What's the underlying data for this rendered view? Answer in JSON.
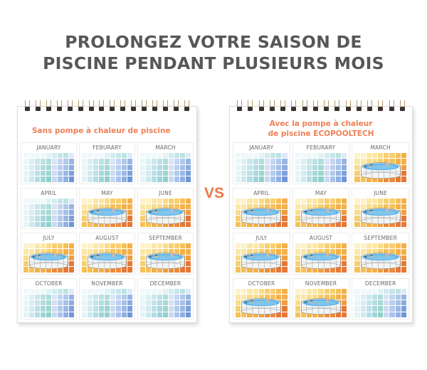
{
  "headline": {
    "line1": "PROLONGEZ VOTRE SAISON DE",
    "line2": "PISCINE PENDANT PLUSIEURS MOIS"
  },
  "vs_label": "VS",
  "colors": {
    "headline": "#575757",
    "accent_orange": "#ee7f55",
    "vs": "#e8784a"
  },
  "calendars": [
    {
      "id": "without",
      "title_lines": [
        "Sans pompe à chaleur de piscine"
      ],
      "months": [
        {
          "name": "JANUARY",
          "state": "cold"
        },
        {
          "name": "FEBURARY",
          "state": "cold"
        },
        {
          "name": "MARCH",
          "state": "cold"
        },
        {
          "name": "APRIL",
          "state": "cold"
        },
        {
          "name": "MAY",
          "state": "warm-pool"
        },
        {
          "name": "JUNE",
          "state": "warm-pool"
        },
        {
          "name": "JULY",
          "state": "warm-pool"
        },
        {
          "name": "AUGUST",
          "state": "warm-pool"
        },
        {
          "name": "SEPTEMBER",
          "state": "warm-pool"
        },
        {
          "name": "OCTOBER",
          "state": "cold"
        },
        {
          "name": "NOVEMBER",
          "state": "cold"
        },
        {
          "name": "DECEMBER",
          "state": "cold"
        }
      ]
    },
    {
      "id": "with",
      "title_lines": [
        "Avec la pompe à chaleur",
        "de piscine ECOPOOLTECH"
      ],
      "months": [
        {
          "name": "JANUARY",
          "state": "cold"
        },
        {
          "name": "FEBURARY",
          "state": "cold"
        },
        {
          "name": "MARCH",
          "state": "warm-pool"
        },
        {
          "name": "APRIL",
          "state": "warm-pool"
        },
        {
          "name": "MAY",
          "state": "warm-pool"
        },
        {
          "name": "JUNE",
          "state": "warm-pool"
        },
        {
          "name": "JULY",
          "state": "warm-pool"
        },
        {
          "name": "AUGUST",
          "state": "warm-pool"
        },
        {
          "name": "SEPTEMBER",
          "state": "warm-pool"
        },
        {
          "name": "OCTOBER",
          "state": "warm-pool"
        },
        {
          "name": "NOVEMBER",
          "state": "warm-pool"
        },
        {
          "name": "DECEMBER",
          "state": "cold"
        }
      ]
    }
  ]
}
